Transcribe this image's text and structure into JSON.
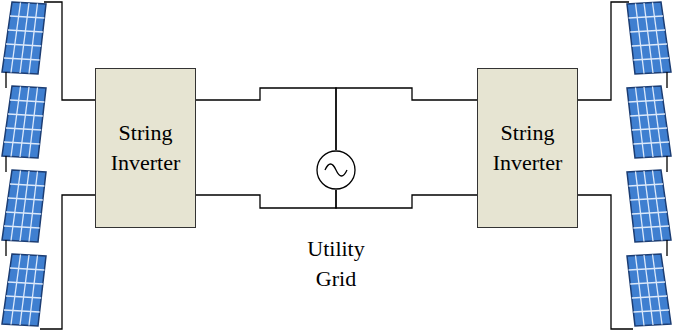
{
  "diagram": {
    "nodes": [
      {
        "text": [
          "String Inverter"
        ]
      },
      {
        "text": [
          "Utility Grid"
        ]
      },
      {
        "text": [
          "String Inverter"
        ]
      }
    ],
    "edges": [
      {
        "from": 0,
        "to": 1,
        "arrow": "none"
      },
      {
        "from": 1,
        "to": 2,
        "arrow": "none"
      }
    ]
  }
}
